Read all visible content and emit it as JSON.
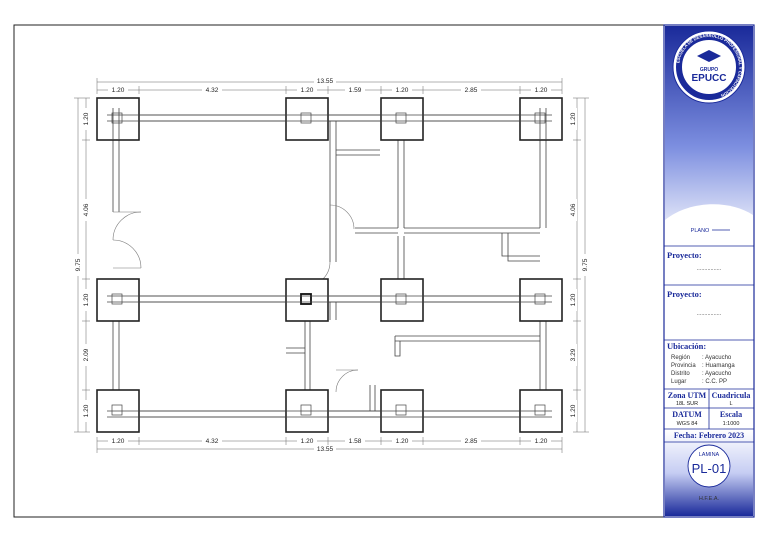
{
  "plan": {
    "dims_top": [
      "1.20",
      "4.32",
      "1.20",
      "1.59",
      "1.20",
      "2.85",
      "1.20"
    ],
    "total_top": "13.55",
    "dims_bottom": [
      "1.20",
      "4.32",
      "1.20",
      "1.58",
      "1.20",
      "2.85",
      "1.20"
    ],
    "total_bottom": "13.55",
    "dims_left": [
      "1.20",
      "4.06",
      "1.20",
      "2.09",
      "1.20"
    ],
    "total_left": "9.75",
    "dims_right": [
      "1.20",
      "4.06",
      "1.20",
      "3.29",
      "1.20"
    ],
    "total_right": "9.75"
  },
  "titleblock": {
    "logo": {
      "ring_text": "ESCUELA DE DESARROLLO PROFESIONAL Y CAPACITACIÓN",
      "line1": "GRUPO",
      "line2": "EPUCC"
    },
    "plano_label": "PLANO",
    "proyecto1_label": "Proyecto:",
    "proyecto1_value": "................",
    "proyecto2_label": "Proyecto:",
    "proyecto2_value": "................",
    "ubicacion_label": "Ubicación:",
    "region_label": "Región",
    "region_value": ": Ayacucho",
    "provincia_label": "Provincia",
    "provincia_value": ": Huamanga",
    "distrito_label": "Distrito",
    "distrito_value": ": Ayacucho",
    "lugar_label": "Lugar",
    "lugar_value": ": C.C. PP",
    "zona_label": "Zona UTM",
    "zona_value": "18L SUR",
    "cuadricula_label": "Cuadricula",
    "cuadricula_value": "L",
    "datum_label": "DATUM",
    "datum_value": "WGS 84",
    "escala_label": "Escala",
    "escala_value": "1:1000",
    "fecha_text": "Fecha: Febrero 2023",
    "lamina_label": "LAMINA",
    "lamina_value": "PL-01",
    "author": "H.F.E.A.",
    "colors": {
      "border": "#1a2a9a",
      "gradient_dark": "#1a2a9a",
      "gradient_light": "#ffffff"
    }
  }
}
